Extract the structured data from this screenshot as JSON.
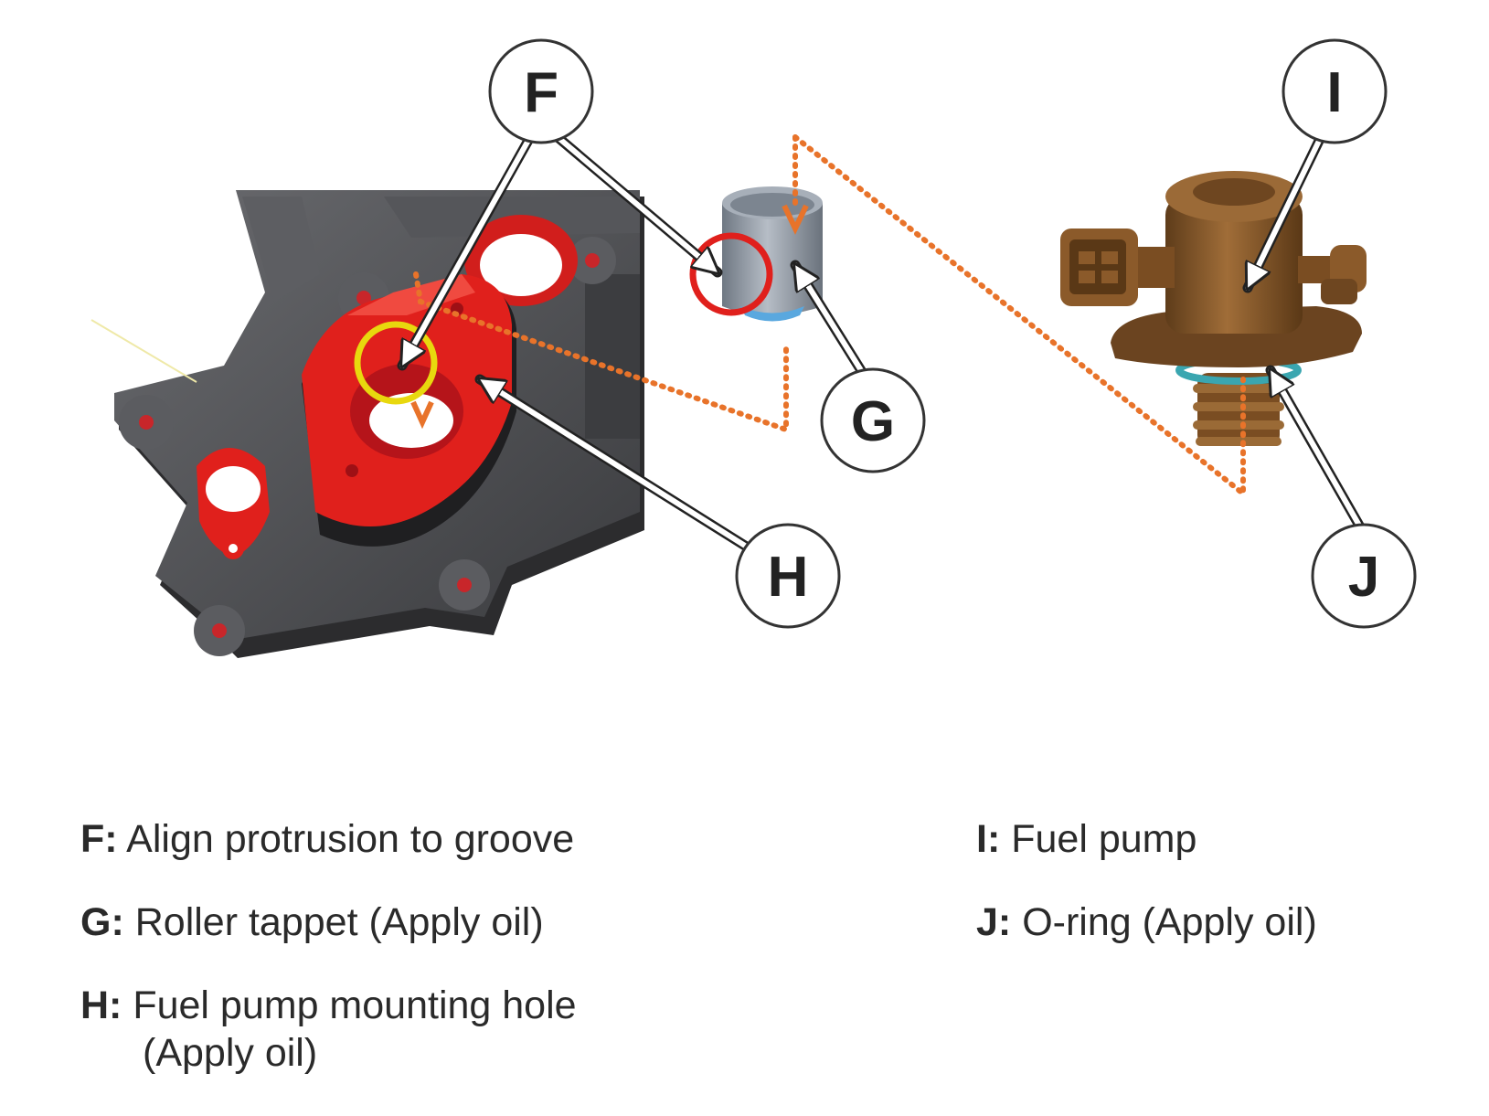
{
  "callouts": {
    "F": "F",
    "G": "G",
    "H": "H",
    "I": "I",
    "J": "J"
  },
  "legend": [
    {
      "key": "F:",
      "text": "Align protrusion to groove"
    },
    {
      "key": "G:",
      "text": "Roller tappet (Apply oil)"
    },
    {
      "key": "H:",
      "text": "Fuel pump mounting hole",
      "text_cont": "(Apply oil)"
    },
    {
      "key": "I:",
      "text": "Fuel pump"
    },
    {
      "key": "J:",
      "text": "O-ring (Apply oil)"
    }
  ],
  "colors": {
    "housing": "#4a4b4e",
    "housing_dark": "#2c2c2e",
    "mount_red": "#e0201c",
    "tappet": "#8e97a2",
    "pump_bronze": "#8a5a2a",
    "oring_teal": "#3aa6b0",
    "guide_orange": "#e8732a",
    "highlight_yellow": "#e8d80e",
    "highlight_red": "#e0201c"
  }
}
